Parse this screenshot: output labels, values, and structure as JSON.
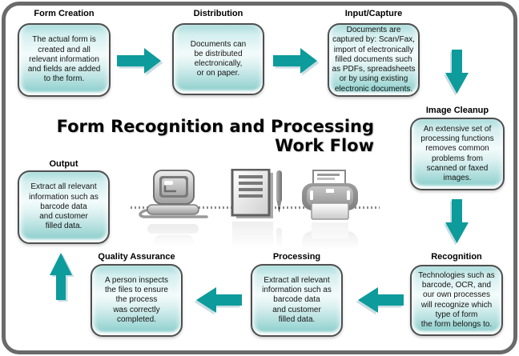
{
  "title": {
    "text": "Form Recognition and Processing\nWork Flow"
  },
  "nodes": [
    {
      "id": "form-creation",
      "label": "Form Creation",
      "text": "The actual form is\ncreated and all\nrelevant information\nand fields are added\nto the form."
    },
    {
      "id": "distribution",
      "label": "Distribution",
      "text": "Documents can\nbe distributed\nelectronically,\nor on paper."
    },
    {
      "id": "input-capture",
      "label": "Input/Capture",
      "text": "Documents are\ncaptured by: Scan/Fax,\nimport of electronically\nfilled documents such\nas PDFs, spreadsheets\nor by using existing\nelectronic documents."
    },
    {
      "id": "image-cleanup",
      "label": "Image Cleanup",
      "text": "An extensive set of\nprocessing functions\nremoves common\nproblems from\nscanned or faxed\nimages."
    },
    {
      "id": "recognition",
      "label": "Recognition",
      "text": "Technologies such as\nbarcode, OCR, and\nour own processes\nwill recognize which\ntype of form\nthe form belongs to."
    },
    {
      "id": "processing",
      "label": "Processing",
      "text": "Extract all relevant\ninformation such as\nbarcode data\nand customer\nfilled data."
    },
    {
      "id": "quality-assurance",
      "label": "Quality Assurance",
      "text": "A person inspects\nthe files to ensure\nthe process\nwas correctly\ncompleted."
    },
    {
      "id": "output",
      "label": "Output",
      "text": "Extract all relevant\ninformation such as\nbarcode data\nand customer\nfilled data."
    }
  ],
  "arrows": [
    {
      "from": "Form Creation",
      "to": "Distribution",
      "direction": "right"
    },
    {
      "from": "Distribution",
      "to": "Input/Capture",
      "direction": "right"
    },
    {
      "from": "Input/Capture",
      "to": "Image Cleanup",
      "direction": "down"
    },
    {
      "from": "Image Cleanup",
      "to": "Recognition",
      "direction": "down"
    },
    {
      "from": "Recognition",
      "to": "Processing",
      "direction": "left"
    },
    {
      "from": "Processing",
      "to": "Quality Assurance",
      "direction": "left"
    },
    {
      "from": "Quality Assurance",
      "to": "Output",
      "direction": "up"
    }
  ],
  "center_icons": [
    "computer-icon",
    "document-pen-icon",
    "printer-icon"
  ],
  "colors": {
    "arrow": "#0d9b9b",
    "arrow_bevel": "#c9dde3",
    "box_border": "#4f4f4f",
    "box_fill_light": "#f3fbfb",
    "box_fill_dark": "#8fd0cd",
    "frame_border": "#6a6a6a",
    "title_color": "#050505"
  }
}
